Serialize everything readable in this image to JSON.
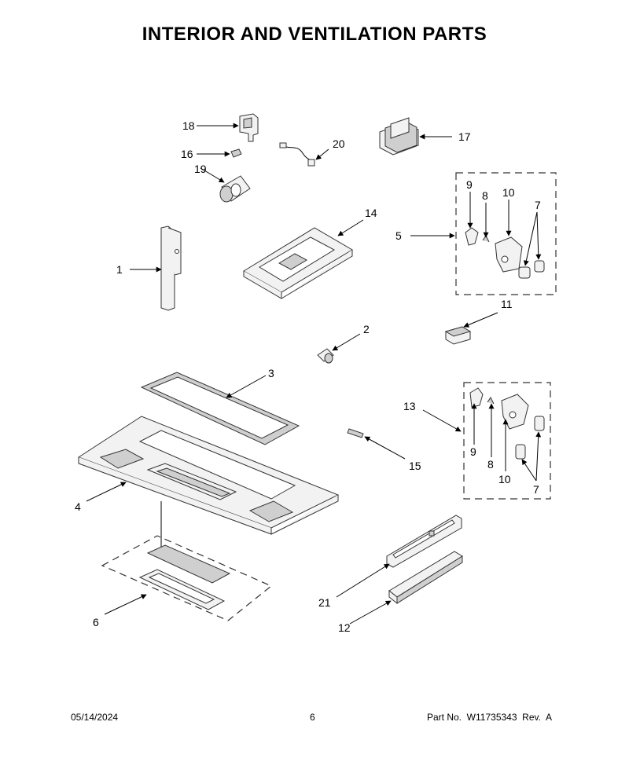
{
  "title": "INTERIOR AND VENTILATION PARTS",
  "footer": {
    "date": "05/14/2024",
    "page": "6",
    "part_no": "Part No.  W11735343  Rev.  A"
  },
  "callouts": {
    "c1": "1",
    "c2": "2",
    "c3": "3",
    "c4": "4",
    "c5": "5",
    "c6": "6",
    "c7a": "7",
    "c7b": "7",
    "c8a": "8",
    "c8b": "8",
    "c9a": "9",
    "c9b": "9",
    "c10a": "10",
    "c10b": "10",
    "c11": "11",
    "c12": "12",
    "c13": "13",
    "c14": "14",
    "c15": "15",
    "c16": "16",
    "c17": "17",
    "c18": "18",
    "c19": "19",
    "c20": "20",
    "c21": "21"
  }
}
